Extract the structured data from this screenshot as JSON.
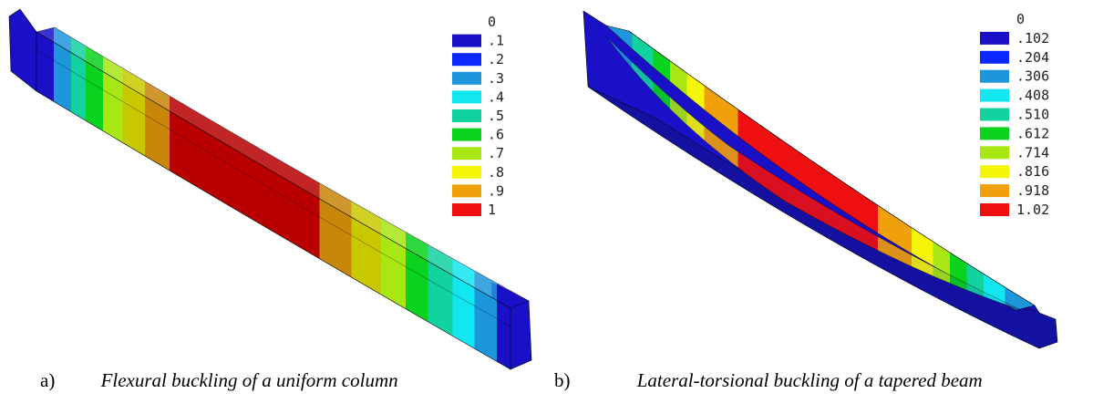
{
  "panel_a": {
    "letter": "a)",
    "caption": "Flexural buckling of a uniform column",
    "legend": [
      {
        "label": "0",
        "color": "#1a10c8"
      },
      {
        "label": ".1",
        "color": "#1a10c8"
      },
      {
        "label": ".2",
        "color": "#0a28ff"
      },
      {
        "label": ".3",
        "color": "#1e96dc"
      },
      {
        "label": ".4",
        "color": "#12e6f0"
      },
      {
        "label": ".5",
        "color": "#12d2a0"
      },
      {
        "label": ".6",
        "color": "#0ad21e"
      },
      {
        "label": ".7",
        "color": "#a8e614"
      },
      {
        "label": ".8",
        "color": "#f5f50a"
      },
      {
        "label": ".9",
        "color": "#f0a00a"
      },
      {
        "label": "1",
        "color": "#ee1010"
      }
    ]
  },
  "panel_b": {
    "letter": "b)",
    "caption": "Lateral-torsional buckling of a tapered beam",
    "legend": [
      {
        "label": "0",
        "color": "#1a10c8"
      },
      {
        "label": ".102",
        "color": "#1a10c8"
      },
      {
        "label": ".204",
        "color": "#0a28ff"
      },
      {
        "label": ".306",
        "color": "#1e96dc"
      },
      {
        "label": ".408",
        "color": "#12e6f0"
      },
      {
        "label": ".510",
        "color": "#12d2a0"
      },
      {
        "label": ".612",
        "color": "#0ad21e"
      },
      {
        "label": ".714",
        "color": "#a8e614"
      },
      {
        "label": ".816",
        "color": "#f5f50a"
      },
      {
        "label": ".918",
        "color": "#f0a00a"
      },
      {
        "label": "1.02",
        "color": "#ee1010"
      }
    ]
  }
}
